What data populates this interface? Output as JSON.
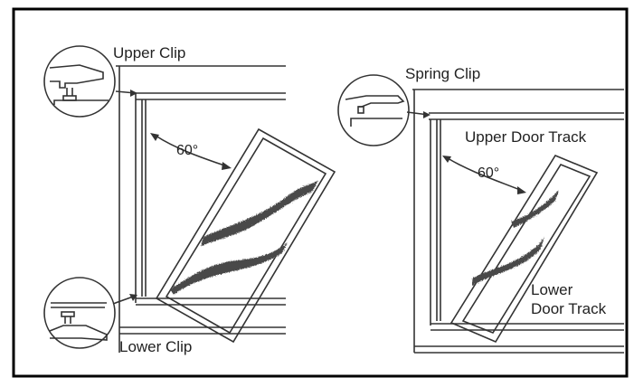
{
  "left_figure": {
    "upper_clip_label": "Upper  Clip",
    "angle_label": "60°",
    "lower_clip_label": "Lower Clip"
  },
  "right_figure": {
    "spring_clip_label": "Spring Clip",
    "upper_track_label": "Upper Door Track",
    "angle_label": "60°",
    "lower_track_label_line1": "Lower",
    "lower_track_label_line2": "Door Track"
  },
  "colors": {
    "line": "#333333",
    "shading": "#4a4a4a",
    "border": "#000000"
  }
}
